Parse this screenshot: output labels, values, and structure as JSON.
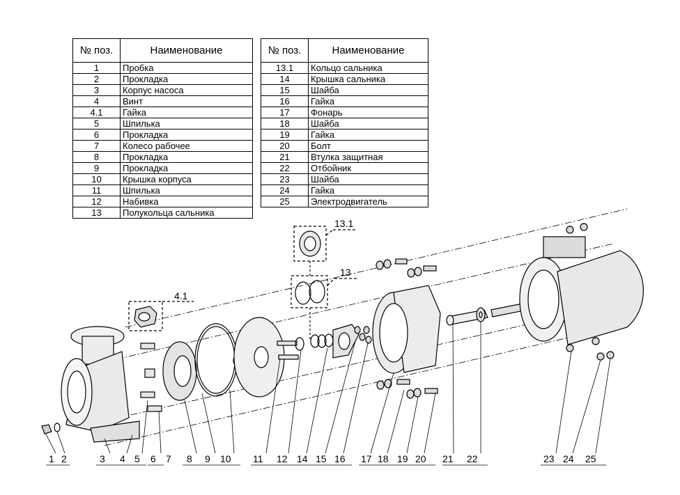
{
  "tables": {
    "left": {
      "header": {
        "num": "№ поз.",
        "name": "Наименование"
      },
      "rows": [
        {
          "num": "1",
          "name": "Пробка"
        },
        {
          "num": "2",
          "name": "Прокладка"
        },
        {
          "num": "3",
          "name": "Корпус насоса"
        },
        {
          "num": "4",
          "name": "Винт"
        },
        {
          "num": "4.1",
          "name": "Гайка"
        },
        {
          "num": "5",
          "name": "Шпилька"
        },
        {
          "num": "6",
          "name": "Прокладка"
        },
        {
          "num": "7",
          "name": "Колесо рабочее"
        },
        {
          "num": "8",
          "name": "Прокладка"
        },
        {
          "num": "9",
          "name": "Прокладка"
        },
        {
          "num": "10",
          "name": "Крышка корпуса"
        },
        {
          "num": "11",
          "name": "Шпилька"
        },
        {
          "num": "12",
          "name": "Набивка"
        },
        {
          "num": "13",
          "name": "Полукольца сальника"
        }
      ]
    },
    "right": {
      "header": {
        "num": "№ поз.",
        "name": "Наименование"
      },
      "rows": [
        {
          "num": "13.1",
          "name": "Кольцо сальника"
        },
        {
          "num": "14",
          "name": "Крышка сальника"
        },
        {
          "num": "15",
          "name": "Шайба"
        },
        {
          "num": "16",
          "name": "Гайка"
        },
        {
          "num": "17",
          "name": "Фонарь"
        },
        {
          "num": "18",
          "name": "Шайба"
        },
        {
          "num": "19",
          "name": "Гайка"
        },
        {
          "num": "20",
          "name": "Болт"
        },
        {
          "num": "21",
          "name": "Втулка защитная"
        },
        {
          "num": "22",
          "name": "Отбойник"
        },
        {
          "num": "23",
          "name": "Шайба"
        },
        {
          "num": "24",
          "name": "Гайка"
        },
        {
          "num": "25",
          "name": "Электродвигатель"
        }
      ]
    }
  },
  "callouts": {
    "c4_1": "4.1",
    "c13": "13",
    "c13_1": "13.1",
    "bottom": [
      "1",
      "2",
      "3",
      "4",
      "5",
      "6",
      "7",
      "8",
      "9",
      "10",
      "11",
      "12",
      "14",
      "15",
      "16",
      "17",
      "18",
      "19",
      "20",
      "21",
      "22",
      "23",
      "24",
      "25"
    ]
  }
}
